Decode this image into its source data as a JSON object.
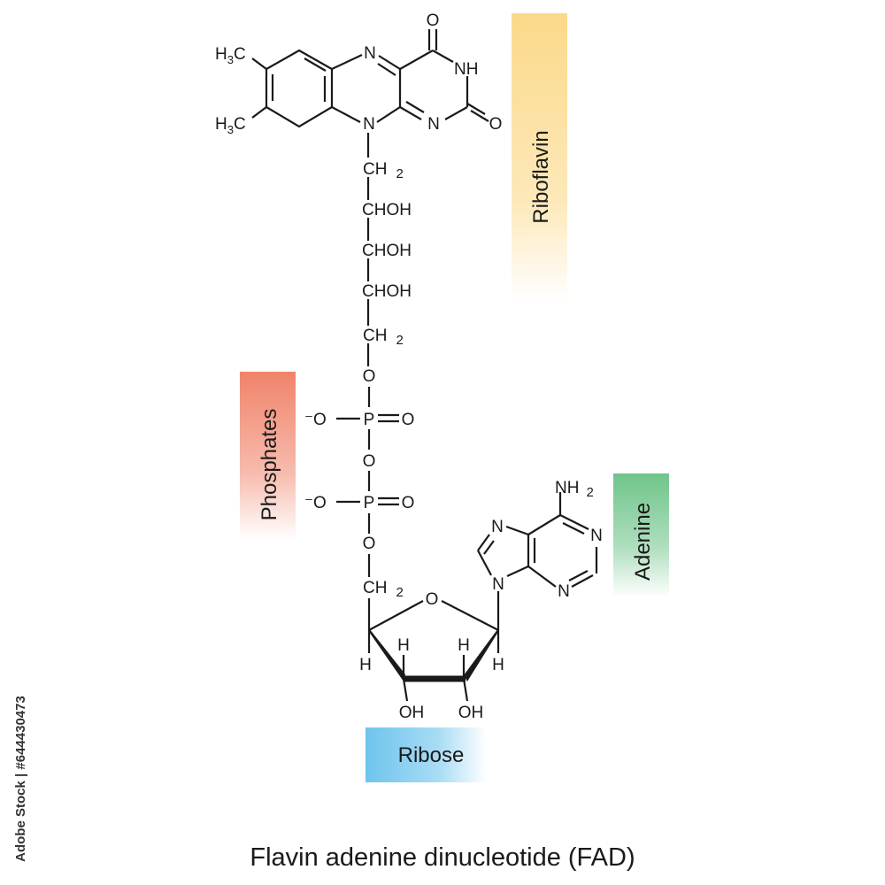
{
  "title": "Flavin adenine dinucleotide (FAD)",
  "stock_id": "Adobe Stock | #644430473",
  "regions": {
    "riboflavin": {
      "label": "Riboflavin",
      "color": "#fbd98a"
    },
    "phosphates": {
      "label": "Phosphates",
      "color": "#f0836a"
    },
    "adenine": {
      "label": "Adenine",
      "color": "#6fc48a"
    },
    "ribose": {
      "label": "Ribose",
      "color": "#6ec4ee"
    }
  },
  "atoms": {
    "h3c": "H",
    "h3c_rest": "C",
    "three": "3",
    "n": "N",
    "o": "O",
    "nh": "NH",
    "h": "H",
    "ch": "CH",
    "two": "2",
    "choh": "CHOH",
    "p": "P",
    "o_minus": "⁻O",
    "nh2": "NH",
    "oh": "OH"
  }
}
